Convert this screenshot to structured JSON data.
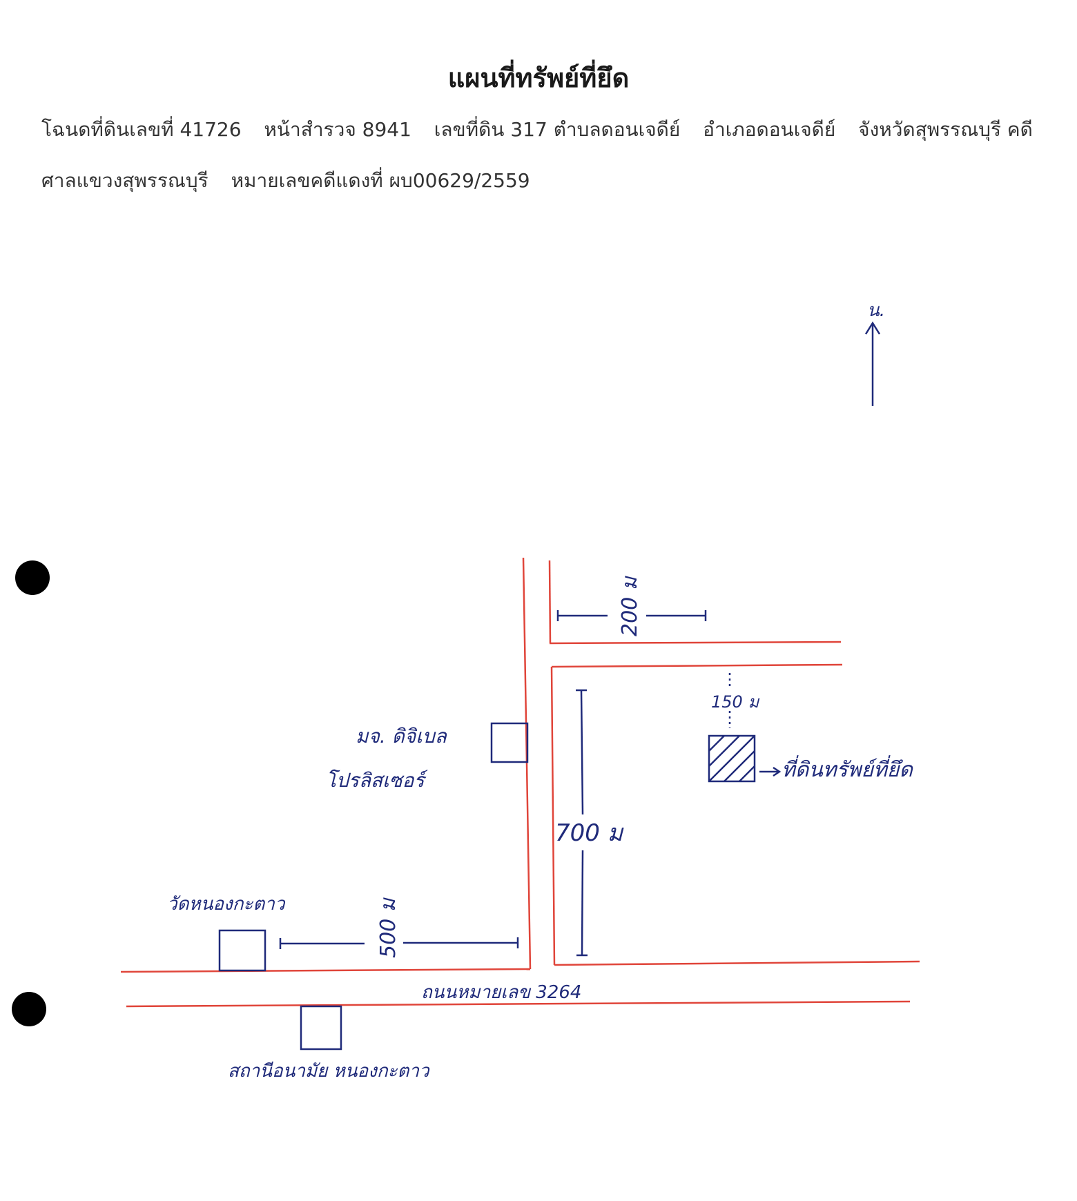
{
  "header": {
    "title": "แผนที่ทรัพย์ที่ยึด",
    "line1": [
      "โฉนดที่ดินเลขที่ 41726",
      "หน้าสำรวจ 8941",
      "เลขที่ดิน 317 ตำบลดอนเจดีย์",
      "อำเภอดอนเจดีย์",
      "จังหวัดสุพรรณบุรี คดี"
    ],
    "line2": [
      "ศาลแขวงสุพรรณบุรี",
      "หมายเลขคดีแดงที่ ผบ00629/2559"
    ]
  },
  "map": {
    "north_label": "น.",
    "distance_top": "200 ม",
    "distance_plot": "150 ม",
    "distance_vertical": "700 ม",
    "distance_left": "500 ม",
    "seized_label": "ที่ดินทรัพย์ที่ยึด",
    "landmark_shop": [
      "มจ. ดิจิเบล",
      "โปรลิสเซอร์"
    ],
    "landmark_temple": "วัดหนองกะตาว",
    "landmark_health": "สถานีอนามัย หนองกะตาว",
    "road_label": "ถนนหมายเลข 3264"
  },
  "colors": {
    "road": "#e0453a",
    "ink": "#1f2a7a"
  }
}
